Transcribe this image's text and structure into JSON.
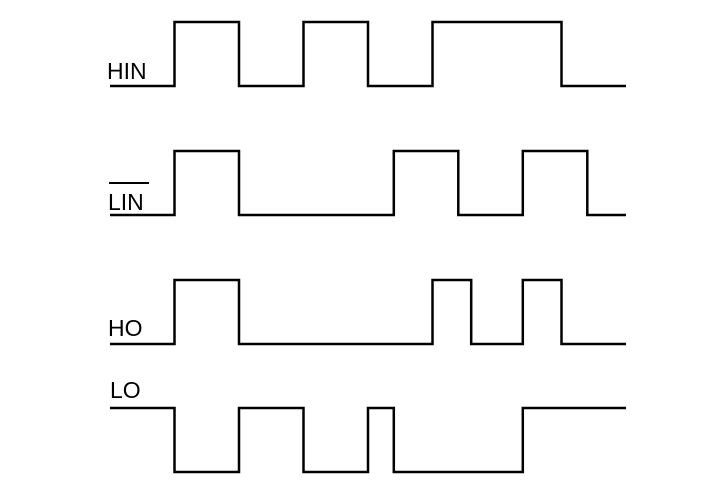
{
  "signals": [
    {
      "id": "hin",
      "label": "HIN",
      "inverted": false,
      "initial_level": 0,
      "transitions": [
        2,
        3,
        4,
        5,
        6,
        8
      ]
    },
    {
      "id": "lin",
      "label": "LIN",
      "inverted": true,
      "initial_level": 0,
      "transitions": [
        2,
        3,
        5.4,
        6.4,
        7.4,
        8.4
      ]
    },
    {
      "id": "ho",
      "label": "HO",
      "inverted": false,
      "initial_level": 0,
      "transitions": [
        2,
        3,
        6,
        6.6,
        7.4,
        8
      ]
    },
    {
      "id": "lo",
      "label": "LO",
      "inverted": false,
      "initial_level": 1,
      "transitions": [
        2,
        3,
        4,
        5,
        5.4,
        7.4
      ]
    }
  ],
  "timeline": {
    "start": 1,
    "end": 9
  }
}
